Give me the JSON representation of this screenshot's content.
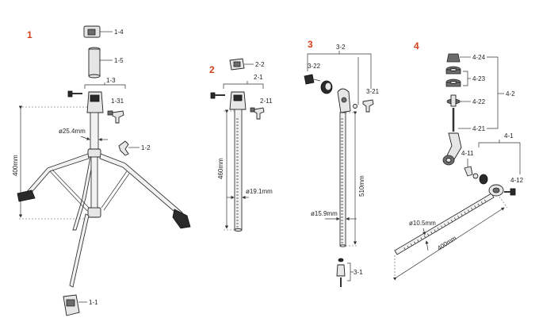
{
  "section_numbers": [
    "1",
    "2",
    "3",
    "4"
  ],
  "accent_color": "#d0421b",
  "labels": {
    "s1": {
      "p14": "1-4",
      "p15": "1-5",
      "p13": "1-3",
      "p131": "1-31",
      "p12": "1-2",
      "p11": "1-1",
      "diameter": "ø25.4mm",
      "height": "400mm"
    },
    "s2": {
      "p22": "2-2",
      "p21": "2-1",
      "p211": "2-11",
      "diameter": "ø19.1mm",
      "height": "460mm"
    },
    "s3": {
      "p32": "3-2",
      "p322": "3-22",
      "p321": "3-21",
      "p31": "3-1",
      "diameter": "ø15.9mm",
      "height": "510mm"
    },
    "s4": {
      "p424": "4-24",
      "p423": "4-23",
      "p422": "4-22",
      "p421": "4-21",
      "p42": "4-2",
      "p41": "4-1",
      "p411": "4-11",
      "p412": "4-12",
      "diameter": "ø10.5mm",
      "length": "400mm"
    }
  }
}
